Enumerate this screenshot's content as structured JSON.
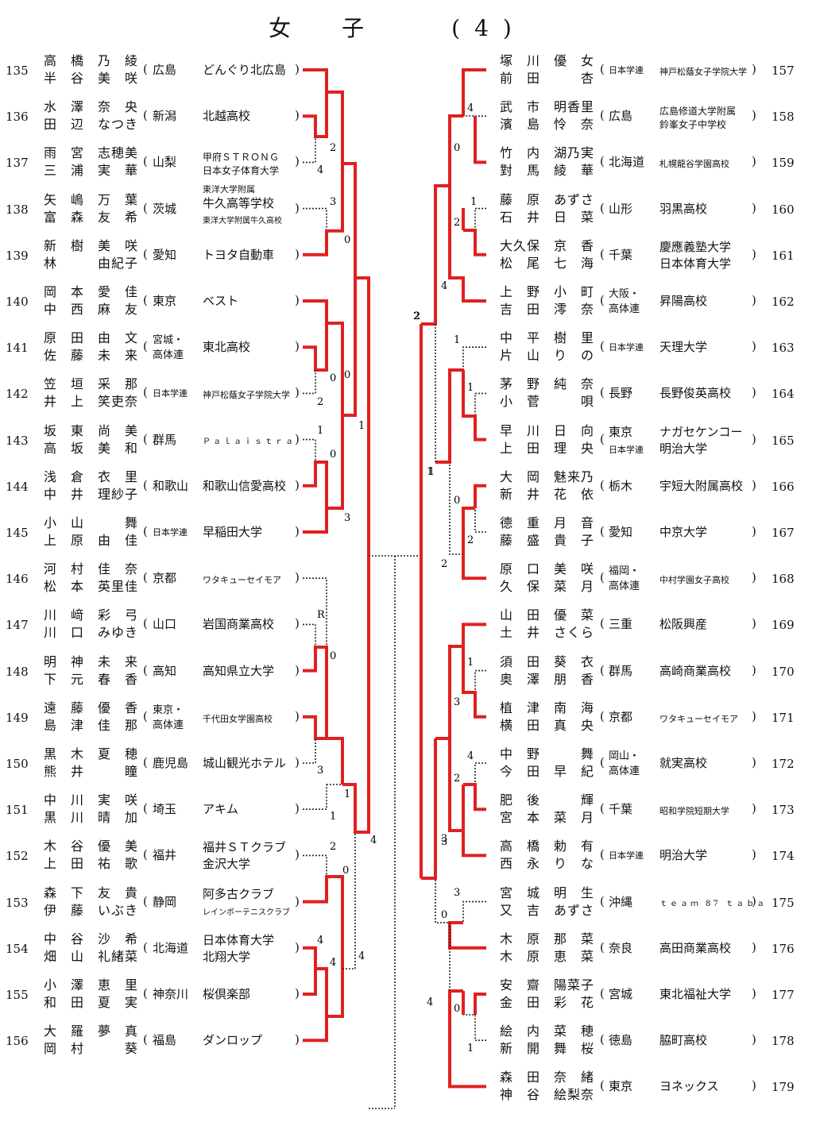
{
  "title": "女　子　　(4)",
  "left": [
    {
      "num": "135",
      "n1": "高　橋　乃　綾",
      "n2": "半　谷　美　咲",
      "pref": [
        "広島"
      ],
      "club": [
        "どんぐり北広島"
      ]
    },
    {
      "num": "136",
      "n1": "水　澤　奈　央",
      "n2": "田　辺　なつき",
      "pref": [
        "新潟"
      ],
      "club": [
        "北越高校"
      ]
    },
    {
      "num": "137",
      "n1": "雨　宮　志穂美",
      "n2": "三　浦　実　華",
      "pref": [
        "山梨"
      ],
      "club": [
        "甲府ＳＴＲＯＮＧ",
        "日本女子体育大学"
      ],
      "clubSize": "sm2"
    },
    {
      "num": "138",
      "n1": "矢　嶋　万　葉",
      "n2": "富　森　友　希",
      "pref": [
        "茨城"
      ],
      "club": [
        "東洋大学附属",
        "牛久高等学校",
        "東洋大学附属牛久高校"
      ],
      "clubSize": "sm3"
    },
    {
      "num": "139",
      "n1": "新　樹　美　咲",
      "n2": "林　　　由紀子",
      "pref": [
        "愛知"
      ],
      "club": [
        "トヨタ自動車"
      ]
    },
    {
      "num": "140",
      "n1": "岡　本　愛　佳",
      "n2": "中　西　麻　友",
      "pref": [
        "東京"
      ],
      "club": [
        "ベスト"
      ]
    },
    {
      "num": "141",
      "n1": "原　田　由　文",
      "n2": "佐　藤　未　来",
      "pref": [
        "宮城・",
        "高体連"
      ],
      "club": [
        "東北高校"
      ]
    },
    {
      "num": "142",
      "n1": "笠　垣　采　那",
      "n2": "井　上　笑吏奈",
      "pref": [
        "日本学連"
      ],
      "prefSize": "sm",
      "club": [
        "神戸松蔭女子学院大学"
      ],
      "clubSize": "sm"
    },
    {
      "num": "143",
      "n1": "坂　東　尚　美",
      "n2": "高　坂　美　和",
      "pref": [
        "群馬"
      ],
      "club": [
        "Ｐａｌａｉｓｔｒａ"
      ],
      "clubSize": "tiny"
    },
    {
      "num": "144",
      "n1": "浅　倉　衣　里",
      "n2": "中　井　理紗子",
      "pref": [
        "和歌山"
      ],
      "club": [
        "和歌山信愛高校"
      ]
    },
    {
      "num": "145",
      "n1": "小　山　　　舞",
      "n2": "上　原　由　佳",
      "pref": [
        "日本学連"
      ],
      "prefSize": "sm",
      "club": [
        "早稲田大学"
      ]
    },
    {
      "num": "146",
      "n1": "河　村　佳　奈",
      "n2": "松　本　英里佳",
      "pref": [
        "京都"
      ],
      "club": [
        "ワタキューセイモア"
      ],
      "clubSize": "sm"
    },
    {
      "num": "147",
      "n1": "川　﨑　彩　弓",
      "n2": "川　口　みゆき",
      "pref": [
        "山口"
      ],
      "club": [
        "岩国商業高校"
      ]
    },
    {
      "num": "148",
      "n1": "明　神　未　来",
      "n2": "下　元　春　香",
      "pref": [
        "高知"
      ],
      "club": [
        "高知県立大学"
      ]
    },
    {
      "num": "149",
      "n1": "遠　藤　優　香",
      "n2": "島　津　佳　那",
      "pref": [
        "東京・",
        "高体連"
      ],
      "club": [
        "千代田女学園高校"
      ],
      "clubSize": "sm"
    },
    {
      "num": "150",
      "n1": "黒　木　夏　穂",
      "n2": "熊　井　　　瞳",
      "pref": [
        "鹿児島"
      ],
      "club": [
        "城山観光ホテル"
      ]
    },
    {
      "num": "151",
      "n1": "中　川　実　咲",
      "n2": "黒　川　晴　加",
      "pref": [
        "埼玉"
      ],
      "club": [
        "アキム"
      ]
    },
    {
      "num": "152",
      "n1": "木　谷　優　美",
      "n2": "上　田　祐　歌",
      "pref": [
        "福井"
      ],
      "club": [
        "福井ＳＴクラブ",
        "金沢大学"
      ]
    },
    {
      "num": "153",
      "n1": "森　下　友　貴",
      "n2": "伊　藤　いぶき",
      "pref": [
        "静岡"
      ],
      "club": [
        "阿多古クラブ",
        "レインボーテニスクラブ"
      ],
      "clubSize": "mix"
    },
    {
      "num": "154",
      "n1": "中　谷　沙　希",
      "n2": "畑　山　礼緒菜",
      "pref": [
        "北海道"
      ],
      "club": [
        "日本体育大学",
        "北翔大学"
      ]
    },
    {
      "num": "155",
      "n1": "小　澤　恵　里",
      "n2": "和　田　夏　実",
      "pref": [
        "神奈川"
      ],
      "club": [
        "桜倶楽部"
      ]
    },
    {
      "num": "156",
      "n1": "大　羅　夢　真",
      "n2": "岡　村　　　葵",
      "pref": [
        "福島"
      ],
      "club": [
        "ダンロップ"
      ]
    }
  ],
  "right": [
    {
      "num": "157",
      "n1": "塚　川　優　女",
      "n2": "前　田　　　杏",
      "pref": [
        "日本学連"
      ],
      "prefSize": "sm",
      "club": [
        "神戸松蔭女子学院大学"
      ],
      "clubSize": "sm"
    },
    {
      "num": "158",
      "n1": "武　市　明香里",
      "n2": "濱　島　怜　奈",
      "pref": [
        "広島"
      ],
      "club": [
        "広島修道大学附属",
        "鈴峯女子中学校"
      ],
      "clubSize": "sm2"
    },
    {
      "num": "159",
      "n1": "竹　内　湖乃実",
      "n2": "對　馬　綾　華",
      "pref": [
        "北海道"
      ],
      "club": [
        "札幌龍谷学園高校"
      ],
      "clubSize": "sm"
    },
    {
      "num": "160",
      "n1": "藤　原　あずさ",
      "n2": "石　井　日　菜",
      "pref": [
        "山形"
      ],
      "club": [
        "羽黒高校"
      ]
    },
    {
      "num": "161",
      "n1": "大久保　京　香",
      "n2": "松　尾　七　海",
      "pref": [
        "千葉"
      ],
      "club": [
        "慶應義塾大学",
        "日本体育大学"
      ]
    },
    {
      "num": "162",
      "n1": "上　野　小　町",
      "n2": "吉　田　澪　奈",
      "pref": [
        "大阪・",
        "高体連"
      ],
      "club": [
        "昇陽高校"
      ]
    },
    {
      "num": "163",
      "n1": "中　平　樹　里",
      "n2": "片　山　り　の",
      "pref": [
        "日本学連"
      ],
      "prefSize": "sm",
      "club": [
        "天理大学"
      ]
    },
    {
      "num": "164",
      "n1": "茅　野　純　奈",
      "n2": "小　菅　　　唄",
      "pref": [
        "長野"
      ],
      "club": [
        "長野俊英高校"
      ]
    },
    {
      "num": "165",
      "n1": "早　川　日　向",
      "n2": "上　田　理　央",
      "pref": [
        "東京",
        "日本学連"
      ],
      "prefSize": "mix",
      "club": [
        "ナガセケンコー",
        "明治大学"
      ]
    },
    {
      "num": "166",
      "n1": "大　岡　魅来乃",
      "n2": "新　井　花　依",
      "pref": [
        "栃木"
      ],
      "club": [
        "宇短大附属高校"
      ]
    },
    {
      "num": "167",
      "n1": "德　重　月　音",
      "n2": "藤　盛　貴　子",
      "pref": [
        "愛知"
      ],
      "club": [
        "中京大学"
      ]
    },
    {
      "num": "168",
      "n1": "原　口　美　咲",
      "n2": "久　保　菜　月",
      "pref": [
        "福岡・",
        "高体連"
      ],
      "club": [
        "中村学園女子高校"
      ],
      "clubSize": "sm"
    },
    {
      "num": "169",
      "n1": "山　田　優　菜",
      "n2": "土　井　さくら",
      "pref": [
        "三重"
      ],
      "club": [
        "松阪興産"
      ]
    },
    {
      "num": "170",
      "n1": "須　田　葵　衣",
      "n2": "奥　澤　朋　香",
      "pref": [
        "群馬"
      ],
      "club": [
        "高崎商業高校"
      ]
    },
    {
      "num": "171",
      "n1": "植　津　南　海",
      "n2": "横　田　真　央",
      "pref": [
        "京都"
      ],
      "club": [
        "ワタキューセイモア"
      ],
      "clubSize": "sm"
    },
    {
      "num": "172",
      "n1": "中　野　　　舞",
      "n2": "今　田　早　紀",
      "pref": [
        "岡山・",
        "高体連"
      ],
      "club": [
        "就実高校"
      ]
    },
    {
      "num": "173",
      "n1": "肥　後　　　輝",
      "n2": "宮　本　菜　月",
      "pref": [
        "千葉"
      ],
      "club": [
        "昭和学院短期大学"
      ],
      "clubSize": "sm"
    },
    {
      "num": "174",
      "n1": "高　橋　勅　有",
      "n2": "西　永　り　な",
      "pref": [
        "日本学連"
      ],
      "prefSize": "sm",
      "club": [
        "明治大学"
      ]
    },
    {
      "num": "175",
      "n1": "宮　城　明　生",
      "n2": "又　吉　あずさ",
      "pref": [
        "沖縄"
      ],
      "club": [
        "ｔｅａｍ 87 ｔａｂａ"
      ],
      "clubSize": "tiny"
    },
    {
      "num": "176",
      "n1": "木　原　那　菜",
      "n2": "木　原　恵　菜",
      "pref": [
        "奈良"
      ],
      "club": [
        "高田商業高校"
      ]
    },
    {
      "num": "177",
      "n1": "安　齋　陽菜子",
      "n2": "金　田　彩　花",
      "pref": [
        "宮城"
      ],
      "club": [
        "東北福祉大学"
      ]
    },
    {
      "num": "178",
      "n1": "絵　内　菜　穂",
      "n2": "新　開　舞　桜",
      "pref": [
        "徳島"
      ],
      "club": [
        "脇町高校"
      ]
    },
    {
      "num": "179",
      "n1": "森　田　奈　緒",
      "n2": "神　谷　絵梨奈",
      "pref": [
        "東京"
      ],
      "club": [
        "ヨネックス"
      ]
    }
  ],
  "scores": {
    "l1": [
      "2",
      "4"
    ],
    "l2": [
      "3",
      "0"
    ],
    "l3": [
      "0",
      "2"
    ],
    "l4": [
      "1",
      "0"
    ],
    "l5": [
      "3"
    ],
    "l6": [
      "R",
      "0"
    ],
    "l7": [
      "3",
      "1"
    ],
    "l8": [
      "1"
    ],
    "l9": [
      "2",
      "0"
    ],
    "l10": [
      "4",
      "4"
    ],
    "l11": [
      "4"
    ],
    "lq1": [
      "0"
    ],
    "lq2": [
      "1"
    ],
    "lq3": [
      "4"
    ],
    "r1": [
      "4",
      "0"
    ],
    "r2": [
      "1",
      "2"
    ],
    "r3": [
      "4"
    ],
    "r4": [
      "2"
    ],
    "r5": [
      "1"
    ],
    "r6": [
      "0",
      "2"
    ],
    "r7": [
      "2"
    ],
    "r8": [
      "1",
      "3"
    ],
    "r9": [
      "4",
      "2"
    ],
    "r10": [
      "3"
    ],
    "r11": [
      "3",
      "0"
    ],
    "r12": [
      "0",
      "1"
    ],
    "r13": [
      "4"
    ],
    "rq1": [
      "2"
    ],
    "rq2": [
      "1"
    ],
    "rq3": [
      "3"
    ]
  }
}
